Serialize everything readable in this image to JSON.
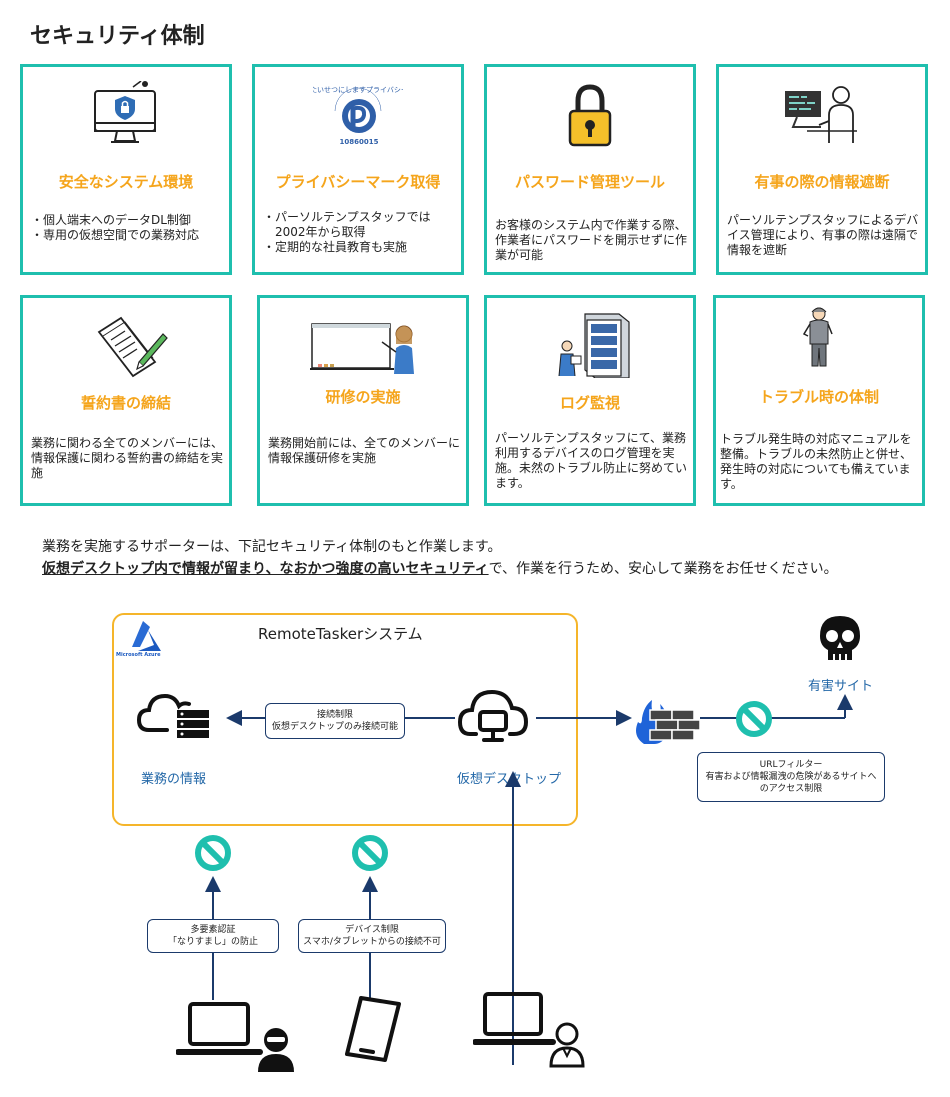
{
  "page": {
    "title": "セキュリティ体制"
  },
  "cards": [
    {
      "title": "安全なシステム環境",
      "body": "・個人端末へのデータDL制御\n・専用の仮想空間での業務対応",
      "icon": "monitor-shield-icon"
    },
    {
      "title": "プライバシーマーク取得",
      "body": "・パーソルテンプスタッフでは\n　2002年から取得\n・定期的な社員教育も実施",
      "icon": "privacy-mark-icon",
      "mark_text": "たいせつにしますプライバシー",
      "mark_number": "10860015"
    },
    {
      "title": "パスワード管理ツール",
      "body": "お客様のシステム内で作業する際、作業者にパスワードを開示せずに作業が可能",
      "icon": "padlock-icon"
    },
    {
      "title": "有事の際の情報遮断",
      "body": "パーソルテンプスタッフによるデバイス管理により、有事の際は遠隔で情報を遮断",
      "icon": "remote-worker-icon"
    },
    {
      "title": "誓約書の締結",
      "body": "業務に関わる全てのメンバーには、情報保護に関わる誓約書の締結を実施",
      "icon": "pledge-document-icon"
    },
    {
      "title": "研修の実施",
      "body": "業務開始前には、全てのメンバーに情報保護研修を実施",
      "icon": "trainer-whiteboard-icon"
    },
    {
      "title": "ログ監視",
      "body": "パーソルテンプスタッフにて、業務利用するデバイスのログ管理を実施。未然のトラブル防止に努めています。",
      "icon": "server-log-icon"
    },
    {
      "title": "トラブル時の体制",
      "body": "トラブル発生時の対応マニュアルを整備。トラブルの未然防止と併せ、発生時の対応についても備えています。",
      "icon": "support-staff-icon"
    }
  ],
  "intro": {
    "line1": "業務を実施するサポーターは、下記セキュリティ体制のもと作業します。",
    "line2_emphasis": "仮想デスクトップ内で情報が留まり、なおかつ強度の高いセキュリティ",
    "line2_rest": "で、作業を行うため、安心して業務をお任せください。"
  },
  "diagram": {
    "system_title": "RemoteTaskerシステム",
    "azure_label": "Microsoft Azure",
    "business_info": "業務の情報",
    "virtual_desktop": "仮想デスクトップ",
    "harmful_site": "有害サイト",
    "connection_box": {
      "line1": "接続制限",
      "line2": "仮想デスクトップのみ接続可能"
    },
    "url_filter_box": {
      "line1": "URLフィルター",
      "line2": "有害および情報漏洩の危険があるサイトへ",
      "line3": "のアクセス制限"
    },
    "mfa_box": {
      "line1": "多要素認証",
      "line2": "「なりすまし」の防止"
    },
    "device_box": {
      "line1": "デバイス制限",
      "line2": "スマホ/タブレットからの接続不可"
    }
  },
  "colors": {
    "teal": "#1fbfae",
    "orange": "#f5a51c",
    "navy": "#1b3a6b",
    "blue": "#2468a8",
    "prohibit": "#1fbfae"
  }
}
